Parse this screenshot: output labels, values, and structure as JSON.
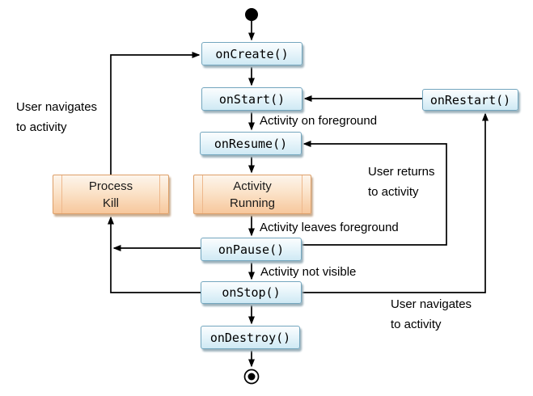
{
  "diagram": {
    "type": "android-activity-lifecycle-flowchart",
    "nodes": {
      "start": {
        "shape": "initial-node-filled-circle"
      },
      "end": {
        "shape": "final-node-ringed-circle"
      },
      "on_create": {
        "label": "onCreate()"
      },
      "on_start": {
        "label": "onStart()"
      },
      "on_resume": {
        "label": "onResume()"
      },
      "on_restart": {
        "label": "onRestart()"
      },
      "activity_running": {
        "lines": [
          "Activity",
          "Running"
        ]
      },
      "process_kill": {
        "lines": [
          "Process",
          "Kill"
        ]
      },
      "on_pause": {
        "label": "onPause()"
      },
      "on_stop": {
        "label": "onStop()"
      },
      "on_destroy": {
        "label": "onDestroy()"
      }
    },
    "labels": {
      "activity_on_foreground": "Activity on foreground",
      "activity_leaves_foreground": "Activity leaves foreground",
      "activity_not_visible": "Activity not visible",
      "user_navigates_left": [
        "User navigates",
        "to activity"
      ],
      "user_returns": [
        "User returns",
        "to activity"
      ],
      "user_navigates_right": [
        "User navigates",
        "to activity"
      ]
    },
    "colors": {
      "callback_box_border": "#73a6be",
      "callback_box_fill": "#cfe9f4",
      "state_box_border": "#dd9f68",
      "state_box_fill": "#f7c79c",
      "state_box_inner_line": "#eeb88c",
      "arrow": "#000000",
      "text": "#000000",
      "background": "#ffffff"
    }
  }
}
